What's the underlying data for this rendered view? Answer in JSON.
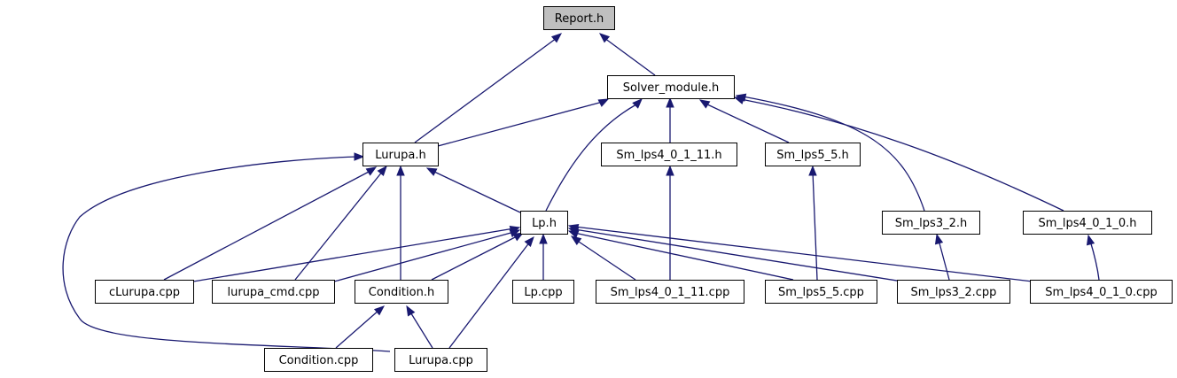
{
  "nodes": [
    {
      "id": "report_h",
      "label": "Report.h",
      "root": true
    },
    {
      "id": "solver_module_h",
      "label": "Solver_module.h"
    },
    {
      "id": "lurupa_h",
      "label": "Lurupa.h"
    },
    {
      "id": "sm_lps4_0_1_11_h",
      "label": "Sm_lps4_0_1_11.h"
    },
    {
      "id": "sm_lps5_5_h",
      "label": "Sm_lps5_5.h"
    },
    {
      "id": "lp_h",
      "label": "Lp.h"
    },
    {
      "id": "sm_lps3_2_h",
      "label": "Sm_lps3_2.h"
    },
    {
      "id": "sm_lps4_0_1_0_h",
      "label": "Sm_lps4_0_1_0.h"
    },
    {
      "id": "clurupa_cpp",
      "label": "cLurupa.cpp"
    },
    {
      "id": "lurupa_cmd_cpp",
      "label": "lurupa_cmd.cpp"
    },
    {
      "id": "condition_h",
      "label": "Condition.h"
    },
    {
      "id": "lp_cpp",
      "label": "Lp.cpp"
    },
    {
      "id": "sm_lps4_0_1_11_cpp",
      "label": "Sm_lps4_0_1_11.cpp"
    },
    {
      "id": "sm_lps5_5_cpp",
      "label": "Sm_lps5_5.cpp"
    },
    {
      "id": "sm_lps3_2_cpp",
      "label": "Sm_lps3_2.cpp"
    },
    {
      "id": "sm_lps4_0_1_0_cpp",
      "label": "Sm_lps4_0_1_0.cpp"
    },
    {
      "id": "condition_cpp",
      "label": "Condition.cpp"
    },
    {
      "id": "lurupa_cpp",
      "label": "Lurupa.cpp"
    }
  ],
  "edges": [
    {
      "from": "lurupa_h",
      "to": "report_h"
    },
    {
      "from": "solver_module_h",
      "to": "report_h"
    },
    {
      "from": "lurupa_h",
      "to": "solver_module_h"
    },
    {
      "from": "lp_h",
      "to": "solver_module_h"
    },
    {
      "from": "sm_lps4_0_1_11_h",
      "to": "solver_module_h"
    },
    {
      "from": "sm_lps5_5_h",
      "to": "solver_module_h"
    },
    {
      "from": "sm_lps3_2_h",
      "to": "solver_module_h"
    },
    {
      "from": "sm_lps4_0_1_0_h",
      "to": "solver_module_h"
    },
    {
      "from": "clurupa_cpp",
      "to": "lurupa_h"
    },
    {
      "from": "lurupa_cmd_cpp",
      "to": "lurupa_h"
    },
    {
      "from": "condition_h",
      "to": "lurupa_h"
    },
    {
      "from": "lp_h",
      "to": "lurupa_h"
    },
    {
      "from": "lurupa_cpp",
      "to": "lurupa_h"
    },
    {
      "from": "clurupa_cpp",
      "to": "lp_h"
    },
    {
      "from": "lurupa_cmd_cpp",
      "to": "lp_h"
    },
    {
      "from": "condition_h",
      "to": "lp_h"
    },
    {
      "from": "lp_cpp",
      "to": "lp_h"
    },
    {
      "from": "sm_lps4_0_1_11_cpp",
      "to": "lp_h"
    },
    {
      "from": "sm_lps5_5_cpp",
      "to": "lp_h"
    },
    {
      "from": "sm_lps3_2_cpp",
      "to": "lp_h"
    },
    {
      "from": "sm_lps4_0_1_0_cpp",
      "to": "lp_h"
    },
    {
      "from": "lurupa_cpp",
      "to": "lp_h"
    },
    {
      "from": "condition_cpp",
      "to": "condition_h"
    },
    {
      "from": "lurupa_cpp",
      "to": "condition_h"
    },
    {
      "from": "sm_lps4_0_1_11_cpp",
      "to": "sm_lps4_0_1_11_h"
    },
    {
      "from": "sm_lps5_5_cpp",
      "to": "sm_lps5_5_h"
    },
    {
      "from": "sm_lps3_2_cpp",
      "to": "sm_lps3_2_h"
    },
    {
      "from": "sm_lps4_0_1_0_cpp",
      "to": "sm_lps4_0_1_0_h"
    }
  ],
  "colors": {
    "edge": "#191970",
    "root_fill": "#bfbfbf",
    "node_fill": "#ffffff"
  }
}
